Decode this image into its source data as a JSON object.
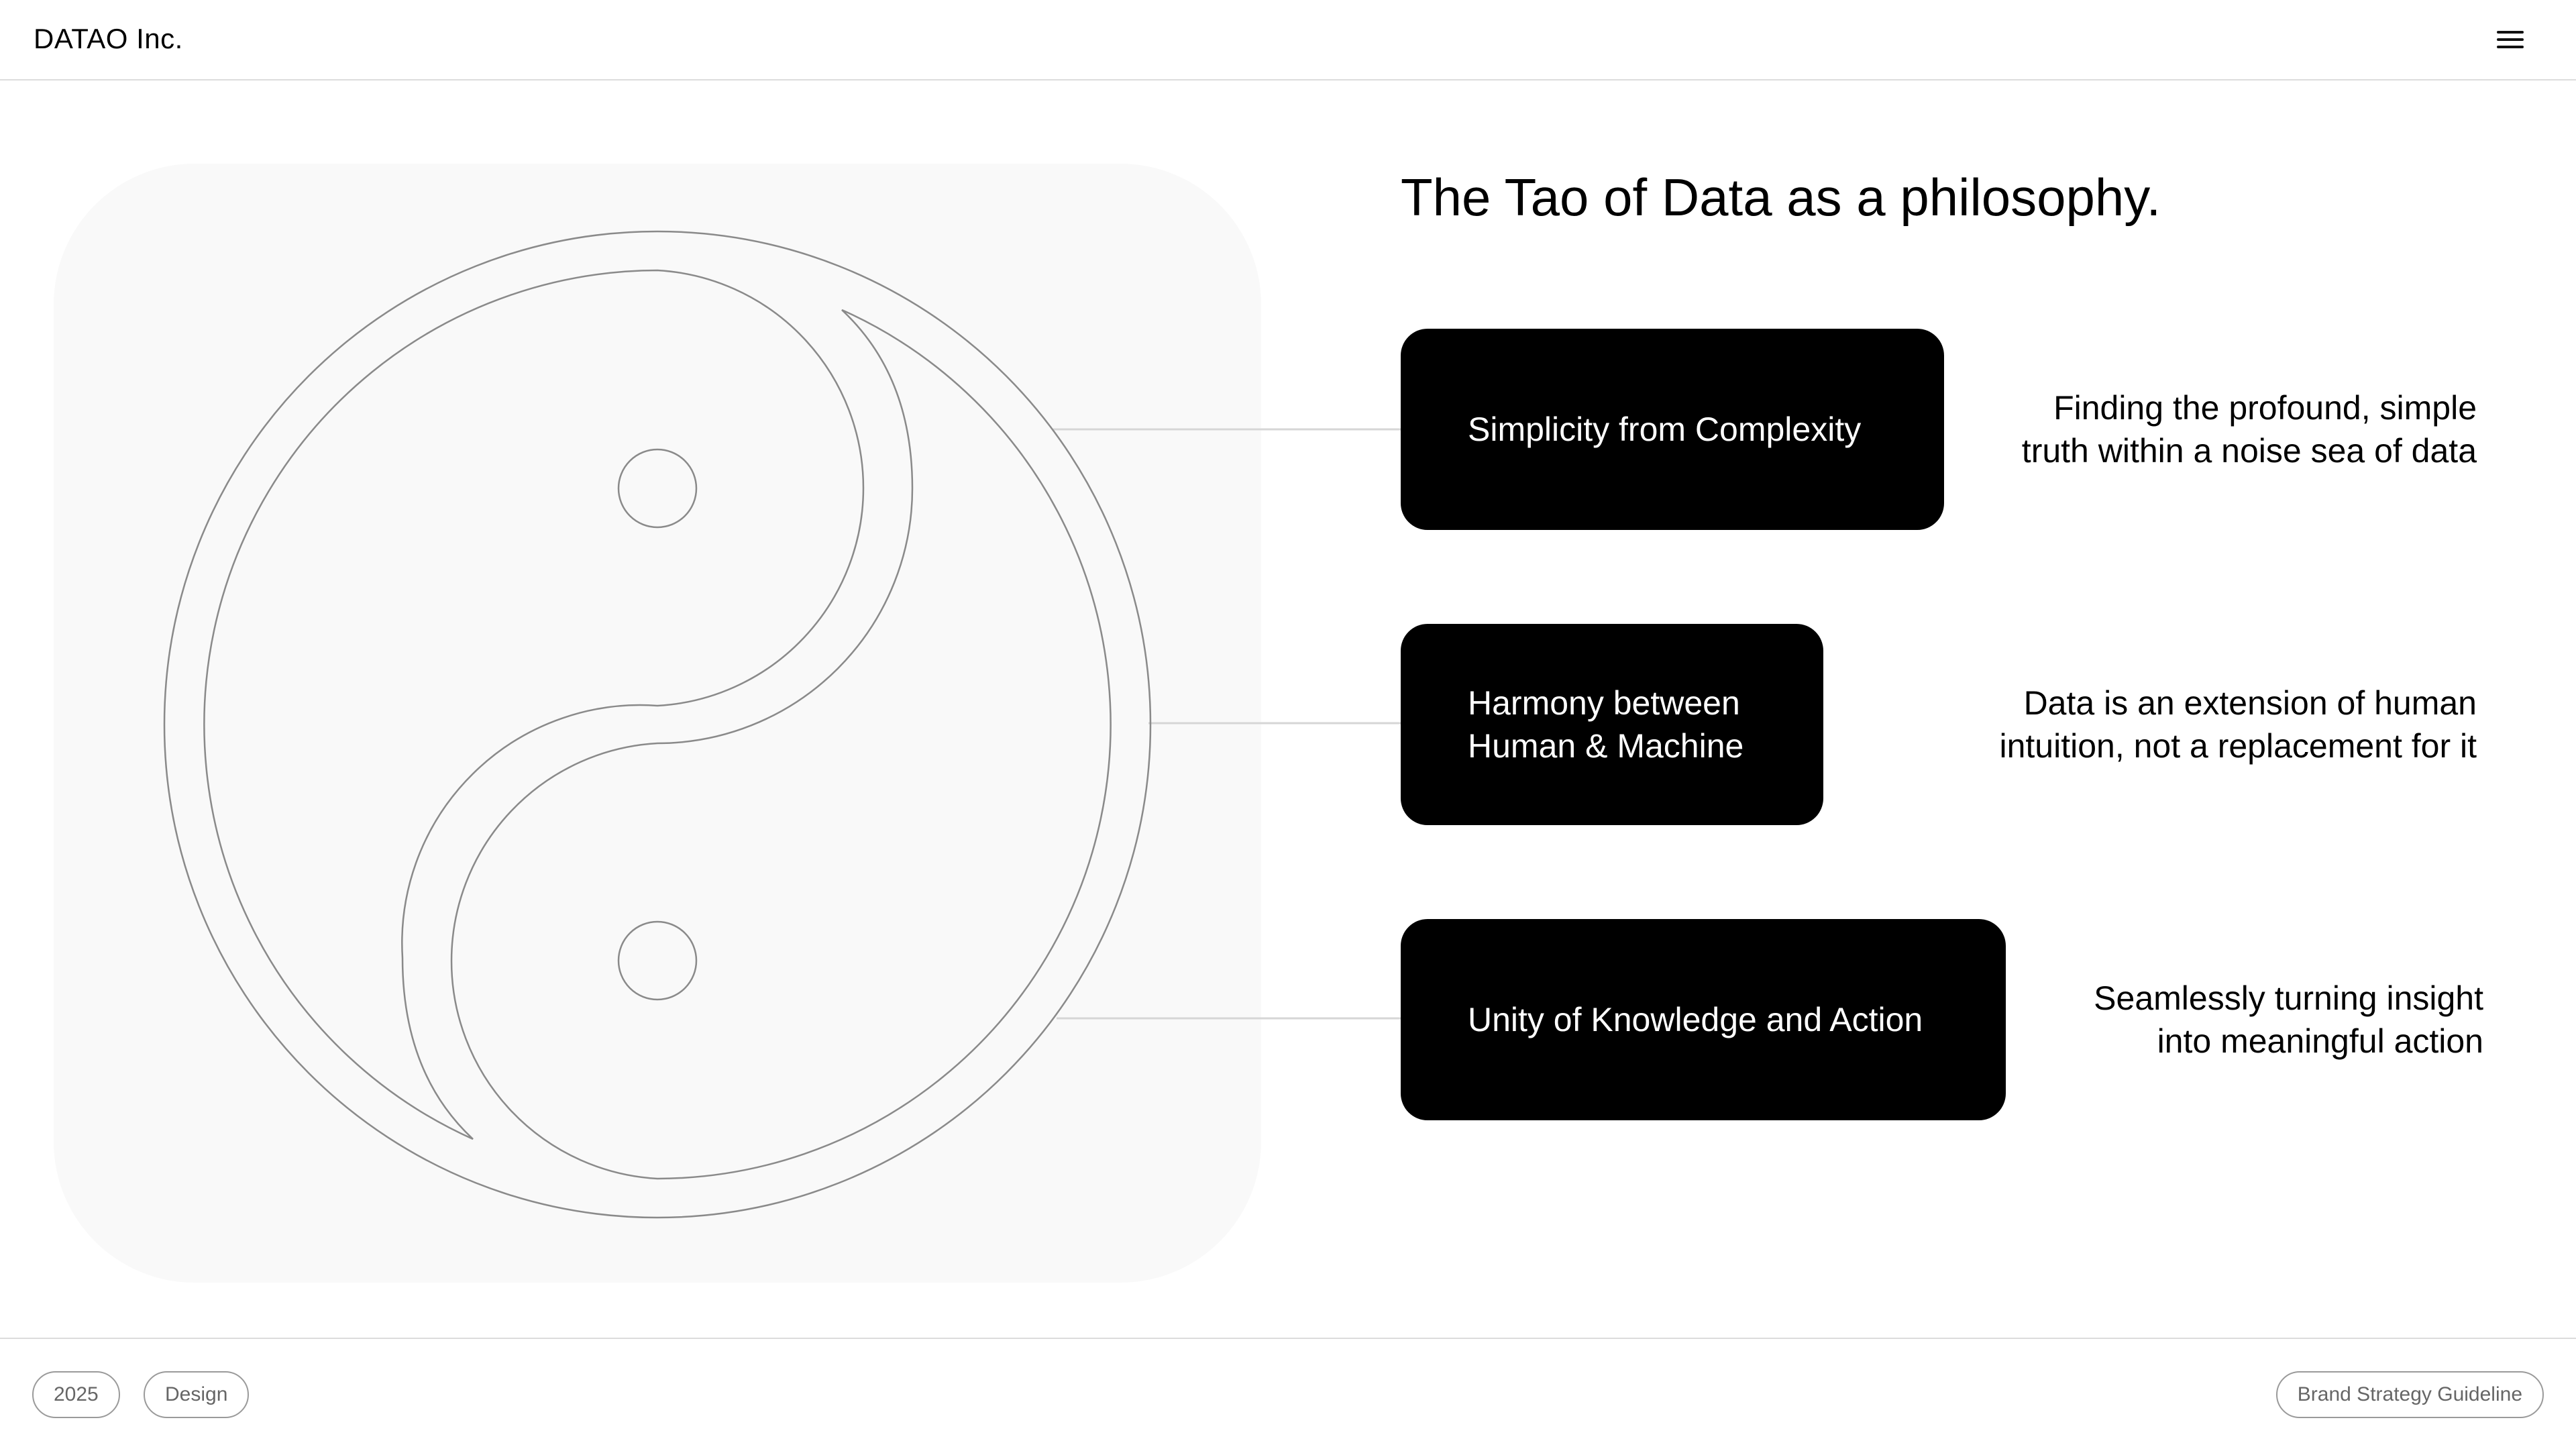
{
  "header": {
    "brand": "DATAO Inc.",
    "menu_icon": "hamburger-menu-icon"
  },
  "illustration": {
    "icon": "yin-yang-icon",
    "background_color": "#f9f9f9",
    "stroke_color": "#8a8a8a"
  },
  "main": {
    "title": "The Tao of Data as a philosophy.",
    "principles": [
      {
        "label": "Simplicity from Complexity",
        "description": "Finding the profound, simple\ntruth within a noise sea of data"
      },
      {
        "label": "Harmony between\nHuman & Machine",
        "description": "Data is an extension of human\nintuition, not a replacement for it"
      },
      {
        "label": "Unity of Knowledge and Action",
        "description": "Seamlessly turning insight\ninto meaningful action"
      }
    ]
  },
  "footer": {
    "tags": [
      "2025",
      "Design"
    ],
    "guide_label": "Brand Strategy Guideline"
  },
  "colors": {
    "pill_background": "#000000",
    "pill_text": "#ffffff",
    "divider": "#dcdcdc"
  }
}
